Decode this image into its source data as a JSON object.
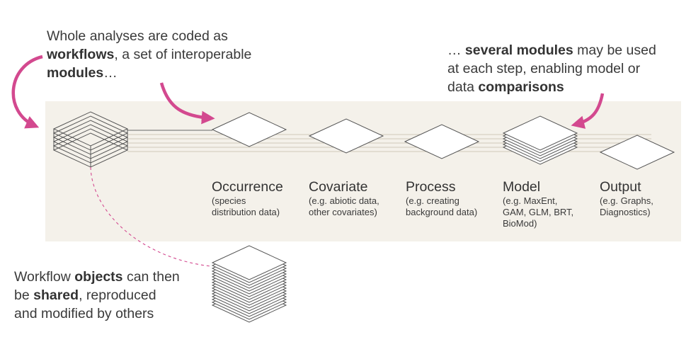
{
  "callouts": {
    "top_left": {
      "line1": "Whole analyses are coded as",
      "line2_bold": "workflows",
      "line2_rest": ", a set of interoperable",
      "line3_bold": "modules",
      "line3_rest": "…"
    },
    "top_right": {
      "line1_pre": "… ",
      "line1_bold": "several modules",
      "line1_rest": " may be used",
      "line2": "at each step, enabling model or",
      "line3_pre": "data ",
      "line3_bold": "comparisons"
    },
    "bottom_left": {
      "line1_pre": "Workflow ",
      "line1_bold": "objects",
      "line1_rest": " can then",
      "line2_pre": "be ",
      "line2_bold": "shared",
      "line2_rest": ", reproduced",
      "line3": "and modified by others"
    }
  },
  "steps": [
    {
      "title": "Occurrence",
      "desc": [
        "(species",
        "distribution data)"
      ]
    },
    {
      "title": "Covariate",
      "desc": [
        "(e.g. abiotic data,",
        "other covariates)"
      ]
    },
    {
      "title": "Process",
      "desc": [
        "(e.g. creating",
        "background data)"
      ]
    },
    {
      "title": "Model",
      "desc": [
        "(e.g. MaxEnt,",
        "GAM, GLM, BRT,",
        "BioMod)"
      ]
    },
    {
      "title": "Output",
      "desc": [
        "(e.g. Graphs,",
        "Diagnostics)"
      ]
    }
  ],
  "colors": {
    "band": "#f4f1ea",
    "accent_arrow": "#d3498f",
    "stroke": "#444444"
  }
}
